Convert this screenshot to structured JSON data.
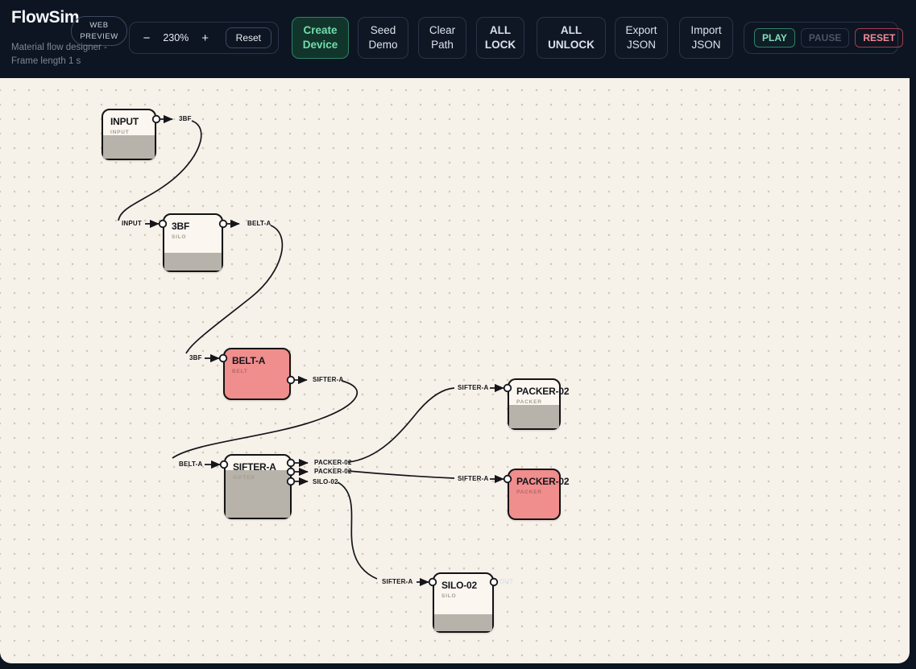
{
  "header": {
    "app_title": "FlowSim",
    "badge_line1": "WEB",
    "badge_line2": "PREVIEW",
    "subtitle_line1": "Material flow designer -",
    "subtitle_line2": "Frame length 1 s",
    "zoom": {
      "zoom_out": "−",
      "level": "230%",
      "zoom_in": "+",
      "reset": "Reset"
    },
    "actions": {
      "create": "Create Device",
      "seed": "Seed Demo",
      "clear": "Clear Path",
      "lock": "ALL LOCK",
      "unlock": "ALL UNLOCK",
      "export": "Export JSON",
      "import": "Import JSON"
    },
    "transport": {
      "play": "PLAY",
      "pause": "PAUSE",
      "reset": "RESET"
    }
  },
  "colors": {
    "header_bg": "#0d1523",
    "canvas_bg": "#f6f1e9",
    "accent_green": "#74dcae",
    "danger_red": "#f58a95",
    "node_active_pink": "#f08d8d",
    "node_fill_gray": "#b8b3aa"
  },
  "canvas": {
    "out_label": "OUT",
    "nodes": [
      {
        "title": "INPUT",
        "subtitle": "INPUT",
        "fill_percent": 48,
        "state": "normal"
      },
      {
        "title": "3BF",
        "subtitle": "SILO",
        "fill_percent": 32,
        "state": "normal"
      },
      {
        "title": "BELT-A",
        "subtitle": "BELT",
        "fill_percent": 0,
        "state": "active"
      },
      {
        "title": "SIFTER-A",
        "subtitle": "SIFTER",
        "fill_percent": 77,
        "state": "normal"
      },
      {
        "title": "PACKER-02",
        "subtitle": "PACKER",
        "fill_percent": 49,
        "state": "normal"
      },
      {
        "title": "PACKER-02",
        "subtitle": "PACKER",
        "fill_percent": 0,
        "state": "active"
      },
      {
        "title": "SILO-02",
        "subtitle": "SILO",
        "fill_percent": 29,
        "state": "normal"
      }
    ],
    "edges": [
      {
        "from": "INPUT",
        "to": "3BF",
        "source_label": "3BF",
        "target_label": "INPUT"
      },
      {
        "from": "3BF",
        "to": "BELT-A",
        "source_label": "BELT-A",
        "target_label": "3BF"
      },
      {
        "from": "BELT-A",
        "to": "SIFTER-A",
        "source_label": "SIFTER-A",
        "target_label": "BELT-A"
      },
      {
        "from": "SIFTER-A",
        "to": "PACKER-02",
        "source_label": "PACKER-02",
        "target_label": "SIFTER-A"
      },
      {
        "from": "SIFTER-A",
        "to": "PACKER-02",
        "source_label": "PACKER-02",
        "target_label": "SIFTER-A"
      },
      {
        "from": "SIFTER-A",
        "to": "SILO-02",
        "source_label": "SILO-02",
        "target_label": "SIFTER-A"
      }
    ]
  }
}
